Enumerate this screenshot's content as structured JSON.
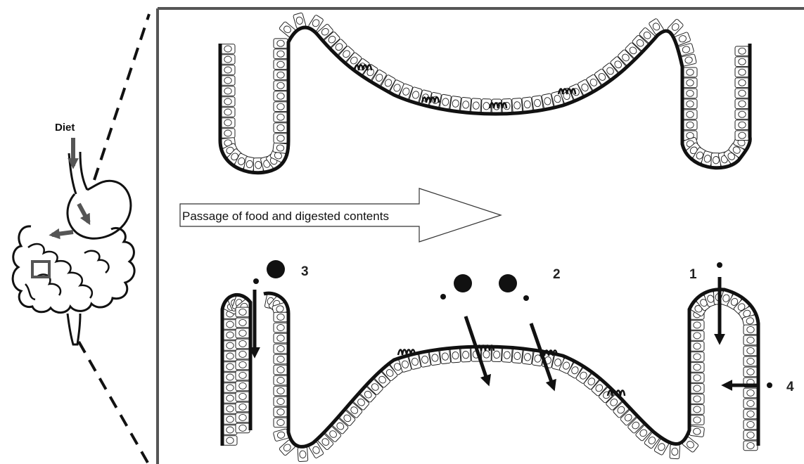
{
  "gut": {
    "diet_label": "Diet"
  },
  "flow": {
    "label": "Passage of food and digested contents"
  },
  "markers": [
    {
      "id": "1",
      "label": "1"
    },
    {
      "id": "2",
      "label": "2"
    },
    {
      "id": "3",
      "label": "3"
    },
    {
      "id": "4",
      "label": "4"
    }
  ],
  "colors": {
    "outline": "#111111",
    "gray_arrow": "#555555",
    "frame": "#555555",
    "cell_fill": "#ffffff"
  }
}
